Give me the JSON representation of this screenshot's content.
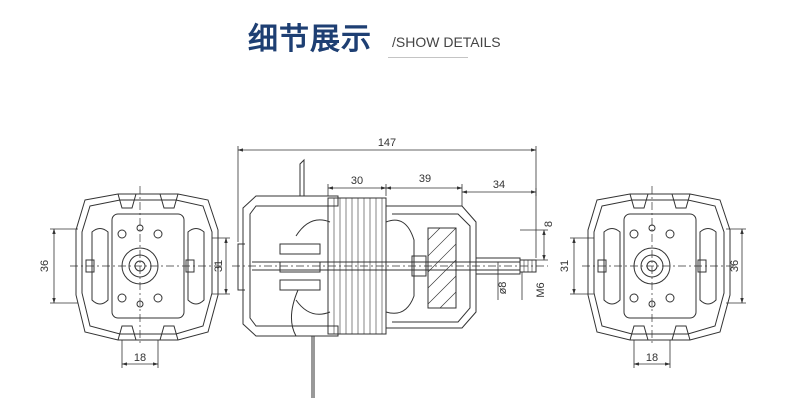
{
  "header": {
    "title_cn": "细节展示",
    "title_en": "/SHOW DETAILS"
  },
  "dimensions": {
    "overall_length": "147",
    "stack_length": "30",
    "mid_length": "39",
    "shaft_length": "34",
    "shaft_flat": "8",
    "shaft_diameter": "ø8",
    "thread": "M6",
    "end_height_outer": "36",
    "end_height_inner": "31",
    "end_width": "18"
  }
}
